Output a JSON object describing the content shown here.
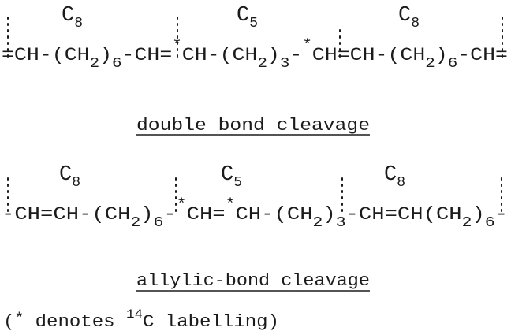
{
  "diagram": {
    "rows": [
      {
        "group_labels": [
          {
            "text": "C",
            "sub": "8"
          },
          {
            "text": "C",
            "sub": "5"
          },
          {
            "text": "C",
            "sub": "8"
          }
        ],
        "chain": {
          "cut1": "=",
          "seg1": "CH-(CH",
          "sub1a": "2",
          "seg1b": ")",
          "sub1b": "6",
          "seg2": "-CH=",
          "star1": "*",
          "seg3": "CH-(CH",
          "sub2a": "2",
          "seg3b": ")",
          "sub2b": "3",
          "seg4": "-",
          "star2": "*",
          "seg5": "CH=CH-(CH",
          "sub3a": "2",
          "seg5b": ")",
          "sub3b": "6",
          "seg6": "-CH="
        },
        "caption": "double bond cleavage"
      },
      {
        "group_labels": [
          {
            "text": "C",
            "sub": "8"
          },
          {
            "text": "C",
            "sub": "5"
          },
          {
            "text": "C",
            "sub": "8"
          }
        ],
        "chain": {
          "cut1": "-",
          "seg1": "CH=CH-(CH",
          "sub1a": "2",
          "seg1b": ")",
          "sub1b": "6",
          "seg2": "-",
          "star1": "*",
          "seg3": "CH=",
          "star2": "*",
          "seg4": "CH-(CH",
          "sub2a": "2",
          "seg4b": ")",
          "sub2b": "3",
          "seg5": "-CH=CH(CH",
          "sub3a": "2",
          "seg5b": ")",
          "sub3b": "6",
          "seg6": "-"
        },
        "caption": "allylic-bond cleavage"
      }
    ],
    "footnote": {
      "open": "(",
      "star": "*",
      "text1": " denotes ",
      "sup": "14",
      "text2": "C labelling)"
    }
  }
}
